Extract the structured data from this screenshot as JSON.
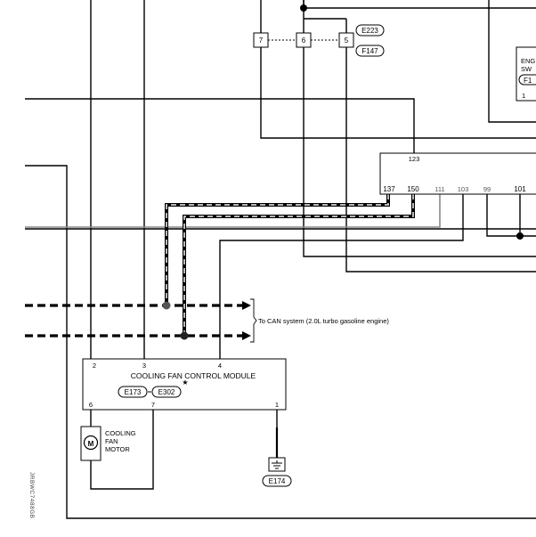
{
  "connectors": {
    "c7": "7",
    "c6": "6",
    "c5": "5",
    "e223": "E223",
    "f147": "F147"
  },
  "switch": {
    "line1": "ENG",
    "line2": "SW",
    "code": "F1",
    "pin": "1"
  },
  "ecm": {
    "pin_top": "123",
    "pins": [
      "137",
      "150",
      "111",
      "103",
      "99",
      "101"
    ]
  },
  "can": {
    "label": "To CAN system (2.0L turbo gasoline engine)"
  },
  "module": {
    "title": "COOLING FAN CONTROL MODULE",
    "star": "★",
    "code1": "E173",
    "code2": "E302",
    "pins_top": [
      "2",
      "3",
      "4"
    ],
    "pins_bottom": [
      "6",
      "7",
      "1"
    ]
  },
  "motor": {
    "symbol": "M",
    "line1": "COOLING",
    "line2": "FAN",
    "line3": "MOTOR"
  },
  "ground": {
    "code": "E174"
  },
  "side_code": "JRBWC7488GB"
}
